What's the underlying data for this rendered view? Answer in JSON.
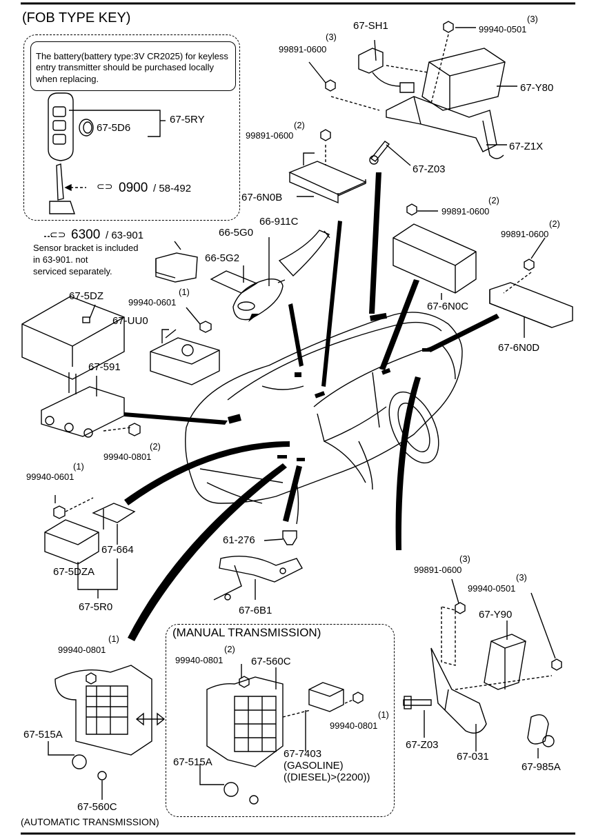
{
  "titles": {
    "fob": "(FOB TYPE KEY)",
    "manual": "(MANUAL TRANSMISSION)",
    "automatic": "(AUTOMATIC TRANSMISSION)"
  },
  "notes": {
    "battery": "The battery(battery type:3V CR2025) for keyless entry transmitter should be purchased locally when replacing.",
    "sensor_line1": "Sensor bracket is included",
    "sensor_line2": "in 63-901. not",
    "sensor_line3": "serviced separately."
  },
  "refs": {
    "r0900_big": "0900",
    "r0900_small": "/ 58-492",
    "r6300_big": "6300",
    "r6300_small": "/ 63-901"
  },
  "parts": {
    "p67_5RY": "67-5RY",
    "p67_5D6": "67-5D6",
    "p66_911C": "66-911C",
    "p66_5G0": "66-5G0",
    "p66_5G2": "66-5G2",
    "p67_5DZ": "67-5DZ",
    "p99940_0601_a": "99940-0601",
    "p67_UU0": "67-UU0",
    "p67_591": "67-591",
    "p99940_0801_a": "99940-0801",
    "p99940_0601_b": "99940-0601",
    "p67_664": "67-664",
    "p67_5DZA": "67-5DZA",
    "p67_5R0": "67-5R0",
    "p61_276": "61-276",
    "p67_6B1": "67-6B1",
    "p67_SH1": "67-SH1",
    "p99891_0600_a": "99891-0600",
    "p99940_0501_a": "99940-0501",
    "p67_Y80": "67-Y80",
    "p99891_0600_b": "99891-0600",
    "p67_Z1X": "67-Z1X",
    "p67_Z03_a": "67-Z03",
    "p67_6N0B": "67-6N0B",
    "p99891_0600_c": "99891-0600",
    "p99891_0600_d": "99891-0600",
    "p67_6N0C": "67-6N0C",
    "p67_6N0D": "67-6N0D",
    "p99940_0801_b": "99940-0801",
    "p67_515A_a": "67-515A",
    "p67_560C_a": "67-560C",
    "p99940_0801_c": "99940-0801",
    "p67_560C_b": "67-560C",
    "p99940_0801_d": "99940-0801",
    "p67_7403": "67-7403",
    "p67_7403_gas": "(GASOLINE)",
    "p67_7403_diesel": "((DIESEL)>(2200))",
    "p67_515A_b": "67-515A",
    "p99891_0600_e": "99891-0600",
    "p99940_0501_b": "99940-0501",
    "p67_Y90": "67-Y90",
    "p67_Z03_b": "67-Z03",
    "p67_031": "67-031",
    "p67_985A": "67-985A"
  },
  "quantities": {
    "q99891_0600_a": "(3)",
    "q99940_0501_a": "(3)",
    "q99891_0600_b": "(2)",
    "q99891_0600_c": "(2)",
    "q99891_0600_d": "(2)",
    "q99940_0601_a": "(1)",
    "q99940_0801_a": "(2)",
    "q99940_0601_b": "(1)",
    "q99940_0801_b": "(1)",
    "q99940_0801_c": "(2)",
    "q99940_0801_d": "(1)",
    "q99891_0600_e": "(3)",
    "q99940_0501_b": "(3)"
  }
}
